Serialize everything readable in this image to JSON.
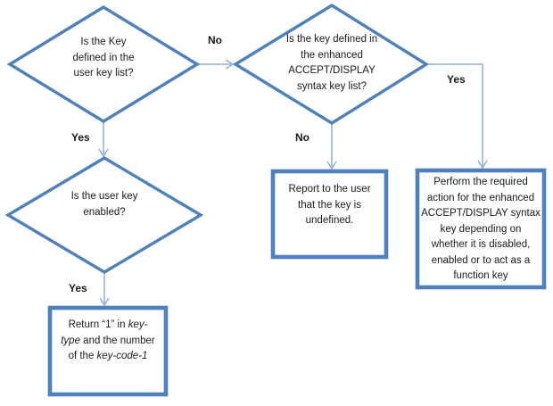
{
  "colors": {
    "shape_border": "#4E80BC",
    "connector_line": "#8FAFD9",
    "text": "#1a1a1a"
  },
  "flowchart": {
    "decisions": {
      "user_key_defined": {
        "text": "Is the Key\ndefined in the\nuser key list?"
      },
      "enhanced_syntax_defined": {
        "text": "Is the key defined in\nthe enhanced\nACCEPT/DISPLAY\nsyntax key list?"
      },
      "user_key_enabled": {
        "text": "Is the user key\nenabled?"
      }
    },
    "processes": {
      "report_undefined": {
        "text": "Report to the user\nthat the key is\nundefined."
      },
      "perform_enhanced_action": {
        "text": "Perform the required\naction for the enhanced\nACCEPT/DISPLAY syntax\nkey depending on\nwhether it is disabled,\nenabled or to act as a\nfunction key"
      },
      "return_key_type": {
        "segments": [
          {
            "t": "Return “1” in ",
            "i": false
          },
          {
            "t": "key-",
            "i": true
          },
          {
            "t": "\n",
            "i": false
          },
          {
            "t": "type",
            "i": true
          },
          {
            "t": " and the number\nof the ",
            "i": false
          },
          {
            "t": "key-code-1",
            "i": true
          }
        ]
      }
    },
    "edge_labels": {
      "no_top": "No",
      "yes_left": "Yes",
      "no_middle": "No",
      "yes_right": "Yes",
      "yes_bottom": "Yes"
    }
  }
}
